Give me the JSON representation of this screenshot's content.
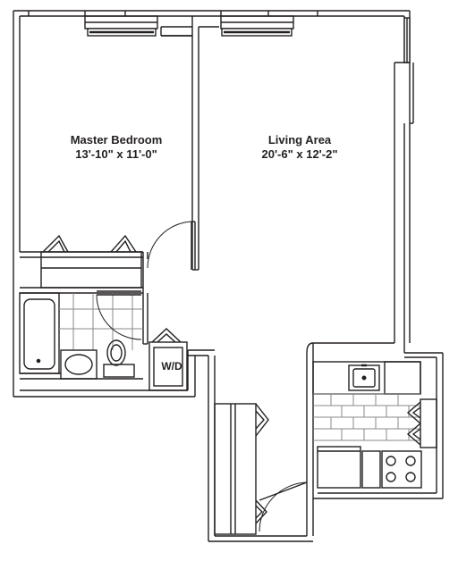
{
  "rooms": {
    "master_bedroom": {
      "name": "Master Bedroom",
      "dimensions": "13'-10\" x 11'-0\""
    },
    "living_area": {
      "name": "Living Area",
      "dimensions": "20'-6\" x 12'-2\""
    }
  },
  "appliances": {
    "washer_dryer": "W/D"
  },
  "colors": {
    "wall": "#231f20",
    "tile": "#8a8a8a"
  }
}
